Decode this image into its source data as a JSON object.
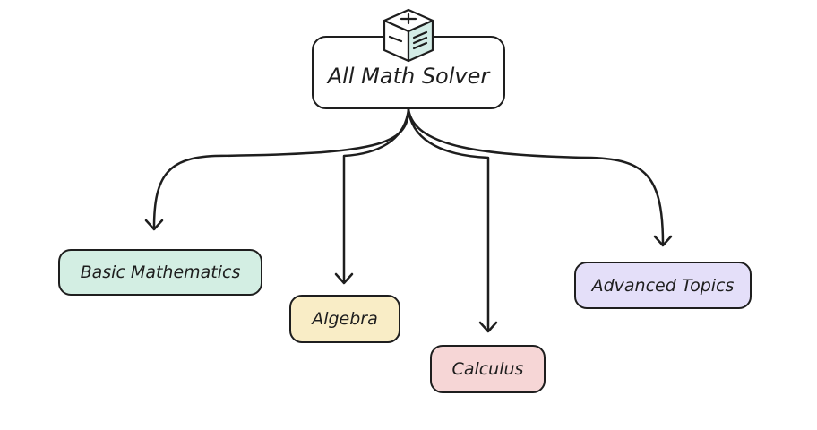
{
  "root": {
    "label": "All Math Solver",
    "icon": "calculator-cube-icon"
  },
  "children": [
    {
      "id": "basic",
      "label": "Basic Mathematics",
      "fill": "#d3eee3"
    },
    {
      "id": "algebra",
      "label": "Algebra",
      "fill": "#f9edc6"
    },
    {
      "id": "calculus",
      "label": "Calculus",
      "fill": "#f6d6d6"
    },
    {
      "id": "advanced",
      "label": "Advanced Topics",
      "fill": "#e4dff9"
    }
  ],
  "colors": {
    "stroke": "#1e1e1e",
    "icon_face": "#d3ece6"
  }
}
